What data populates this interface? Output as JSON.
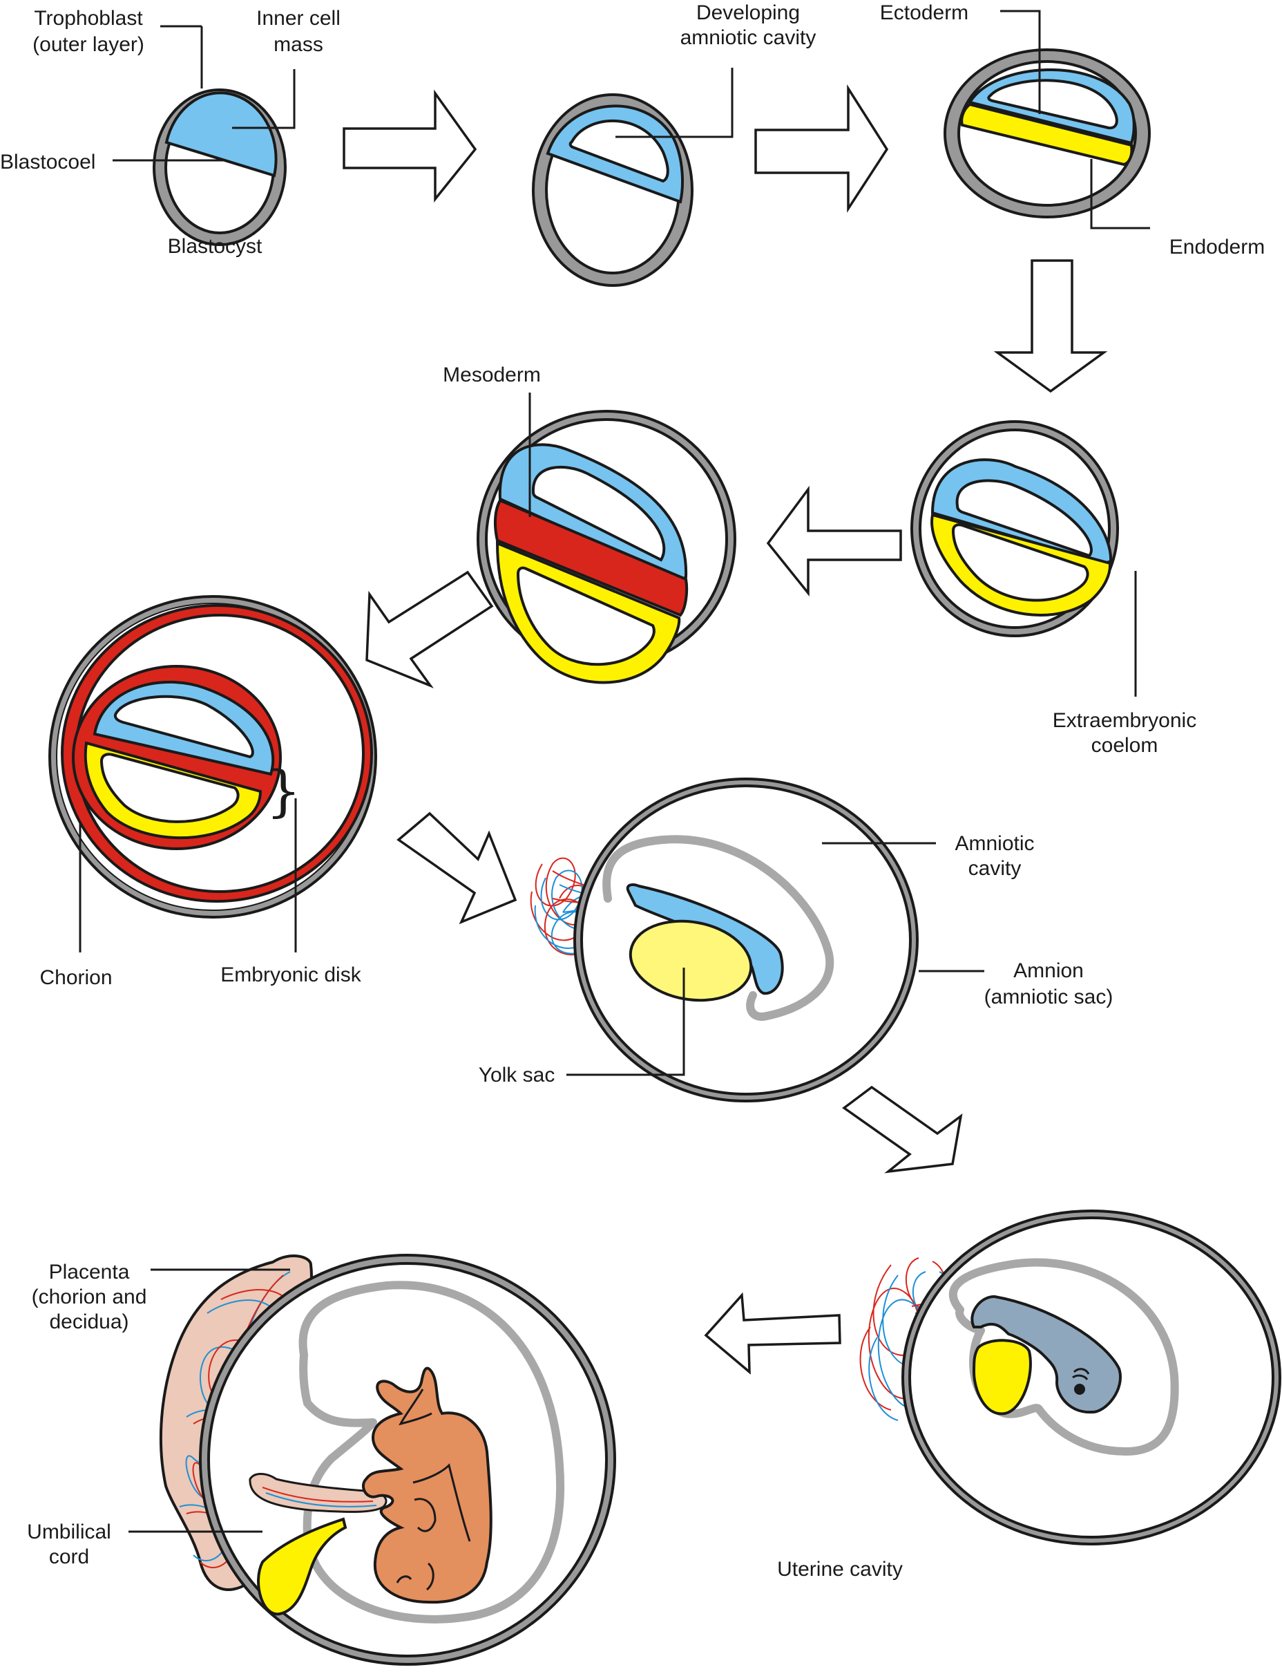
{
  "title": "Stages of early human embryonic development",
  "colors": {
    "ectoderm": "#76c3ef",
    "endoderm": "#fff200",
    "mesoderm": "#d8261c",
    "trophoblast": "#999999",
    "amnion_line": "#a8a8a8",
    "embryo_early": "#8fa7bd",
    "fetus": "#e48f5e",
    "placenta": "#ecc9b8",
    "vessel_red": "#d8261c",
    "vessel_blue": "#1e90d6"
  },
  "stages": [
    {
      "id": "blastocyst",
      "caption": "Blastocyst",
      "labels": {
        "trophoblast": [
          "Trophoblast",
          "(outer layer)"
        ],
        "inner_cell_mass": [
          "Inner cell",
          "mass"
        ],
        "blastocoel": "Blastocoel"
      }
    },
    {
      "id": "amniotic-cavity-forming",
      "labels": {
        "developing_amniotic_cavity": [
          "Developing",
          "amniotic cavity"
        ]
      }
    },
    {
      "id": "germ-layers",
      "labels": {
        "ectoderm": "Ectoderm",
        "endoderm": "Endoderm"
      }
    },
    {
      "id": "extraembryonic-coelom",
      "labels": {
        "extraembryonic_coelom": [
          "Extraembryonic",
          "coelom"
        ]
      }
    },
    {
      "id": "mesoderm",
      "labels": {
        "mesoderm": "Mesoderm"
      }
    },
    {
      "id": "chorion",
      "labels": {
        "chorion": "Chorion",
        "embryonic_disk": "Embryonic disk"
      }
    },
    {
      "id": "amnion",
      "labels": {
        "amniotic_cavity": [
          "Amniotic",
          "cavity"
        ],
        "amnion": [
          "Amnion",
          "(amniotic sac)"
        ],
        "yolk_sac": "Yolk sac"
      }
    },
    {
      "id": "early-embryo",
      "caption": "Uterine cavity"
    },
    {
      "id": "fetus",
      "labels": {
        "placenta": [
          "Placenta",
          "(chorion and",
          "decidua)"
        ],
        "umbilical_cord": [
          "Umbilical",
          "cord"
        ]
      }
    }
  ],
  "arrows": [
    "right",
    "right",
    "down",
    "left",
    "down-left",
    "down-right",
    "down-right",
    "left"
  ]
}
